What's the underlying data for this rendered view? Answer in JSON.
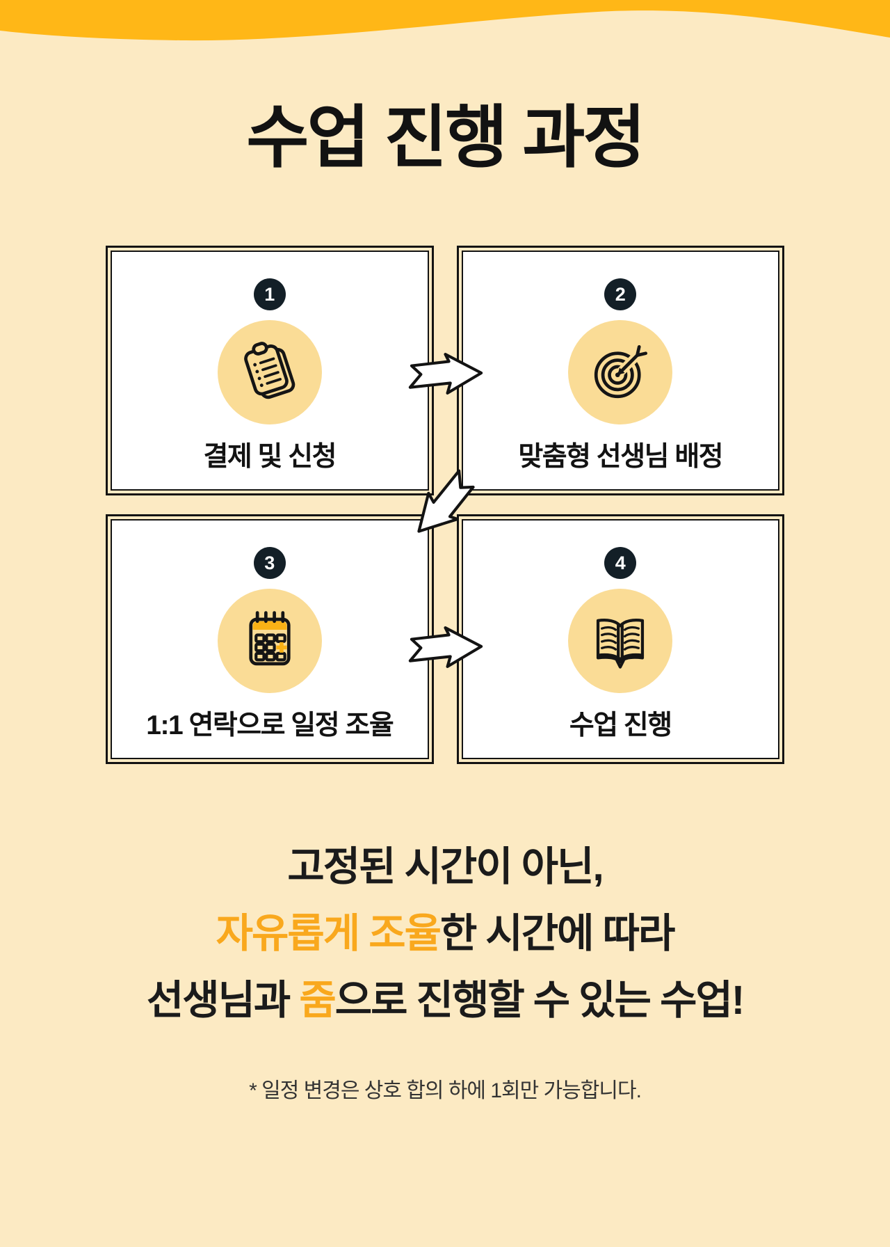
{
  "title": "수업 진행 과정",
  "steps": [
    {
      "number": "1",
      "label": "결제 및 신청",
      "icon": "clipboard-icon"
    },
    {
      "number": "2",
      "label": "맞춤형 선생님 배정",
      "icon": "target-icon"
    },
    {
      "number": "3",
      "label": "1:1 연락으로 일정 조율",
      "icon": "calendar-icon"
    },
    {
      "number": "4",
      "label": "수업 진행",
      "icon": "open-book-icon"
    }
  ],
  "description": {
    "line1": "고정된 시간이 아닌,",
    "line2": [
      {
        "text": "자유롭게 조율",
        "highlight": true
      },
      {
        "text": "한 시간에 따라",
        "highlight": false
      }
    ],
    "line3": [
      {
        "text": "선생님과 ",
        "highlight": false
      },
      {
        "text": "줌",
        "highlight": true
      },
      {
        "text": "으로 진행할 수 있는 수업!",
        "highlight": false
      }
    ]
  },
  "footnote": "* 일정 변경은 상호 합의 하에 1회만 가능합니다.",
  "colors": {
    "background": "#FCEAC3",
    "wave": "#FFB717",
    "icon_circle": "#FADC96",
    "badge": "#131F27",
    "card_border": "#131313",
    "highlight_text": "#F9A81D",
    "icon_accent_orange": "#F9B116"
  }
}
